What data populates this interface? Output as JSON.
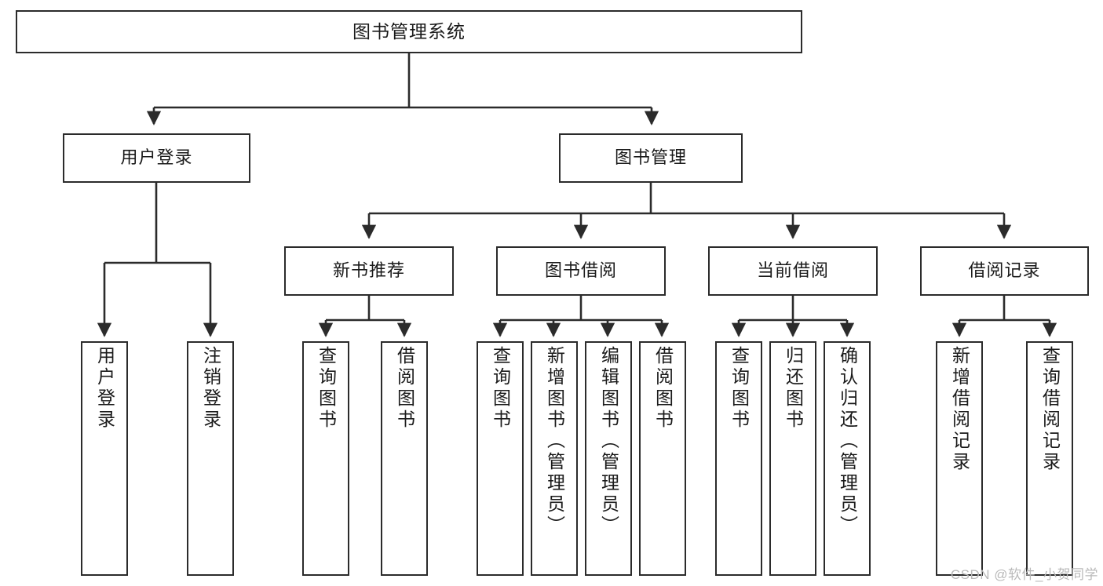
{
  "diagram": {
    "title": "图书管理系统",
    "type": "tree-hierarchy",
    "orientation": "top-down",
    "line_color": "#2b2b2b",
    "box_fill": "#ffffff",
    "text_color": "#1a1a1a"
  },
  "root": {
    "label": "图书管理系统"
  },
  "level2": [
    {
      "label": "用户登录"
    },
    {
      "label": "图书管理"
    }
  ],
  "level3": [
    {
      "label": "新书推荐"
    },
    {
      "label": "图书借阅"
    },
    {
      "label": "当前借阅"
    },
    {
      "label": "借阅记录"
    }
  ],
  "leaves": {
    "user_login": [
      {
        "label": "用户登录"
      },
      {
        "label": "注销登录"
      }
    ],
    "new_book": [
      {
        "label": "查询图书"
      },
      {
        "label": "借阅图书"
      }
    ],
    "borrow_book": [
      {
        "label": "查询图书"
      },
      {
        "label": "新增图书（管理员）"
      },
      {
        "label": "编辑图书（管理员）"
      },
      {
        "label": "借阅图书"
      }
    ],
    "current_borrow": [
      {
        "label": "查询图书"
      },
      {
        "label": "归还图书"
      },
      {
        "label": "确认归还（管理员）"
      }
    ],
    "borrow_record": [
      {
        "label": "新增借阅记录"
      },
      {
        "label": "查询借阅记录"
      }
    ]
  },
  "watermark": {
    "text": "CSDN @软件_小贺同学",
    "color": "#b9b9b9"
  }
}
